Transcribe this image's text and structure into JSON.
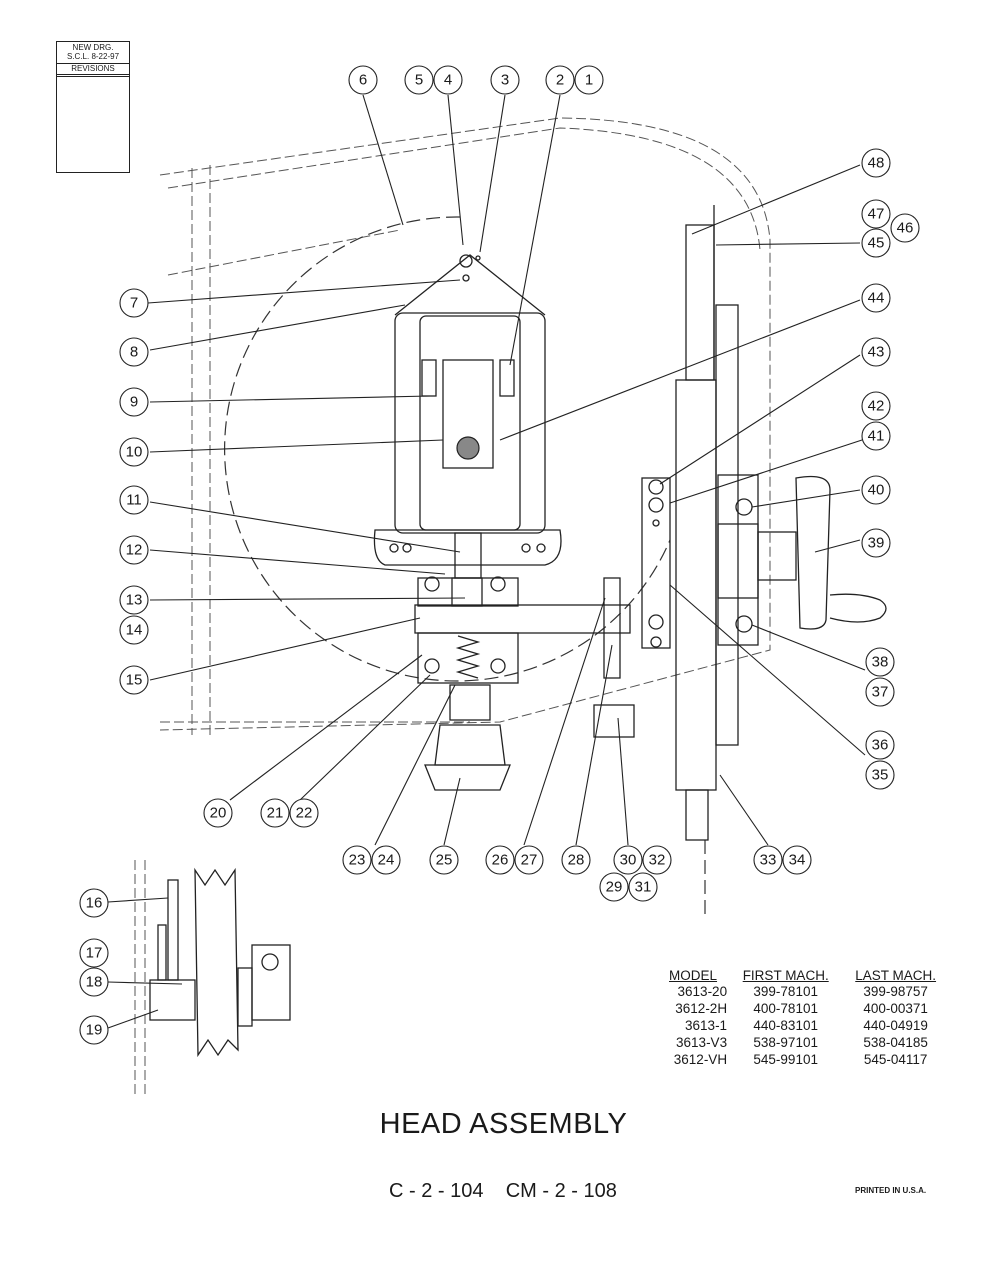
{
  "revision_block": {
    "line1": "NEW DRG.",
    "line2": "S.C.L. 8-22-97",
    "label": "REVISIONS"
  },
  "callouts": [
    "1",
    "2",
    "3",
    "4",
    "5",
    "6",
    "7",
    "8",
    "9",
    "10",
    "11",
    "12",
    "13",
    "14",
    "15",
    "16",
    "17",
    "18",
    "19",
    "20",
    "21",
    "22",
    "23",
    "24",
    "25",
    "26",
    "27",
    "28",
    "29",
    "30",
    "31",
    "32",
    "33",
    "34",
    "35",
    "36",
    "37",
    "38",
    "39",
    "40",
    "41",
    "42",
    "43",
    "44",
    "45",
    "46",
    "47",
    "48"
  ],
  "model_table": {
    "headers": [
      "MODEL",
      "FIRST MACH.",
      "LAST MACH."
    ],
    "rows": [
      [
        "3613-20",
        "399-78101",
        "399-98757"
      ],
      [
        "3612-2H",
        "400-78101",
        "400-00371"
      ],
      [
        "3613-1",
        "440-83101",
        "440-04919"
      ],
      [
        "3613-V3",
        "538-97101",
        "538-04185"
      ],
      [
        "3612-VH",
        "545-99101",
        "545-04117"
      ]
    ]
  },
  "title": "HEAD ASSEMBLY",
  "drawing_numbers": "C - 2 - 104    CM - 2 - 108",
  "printed": "PRINTED IN U.S.A."
}
